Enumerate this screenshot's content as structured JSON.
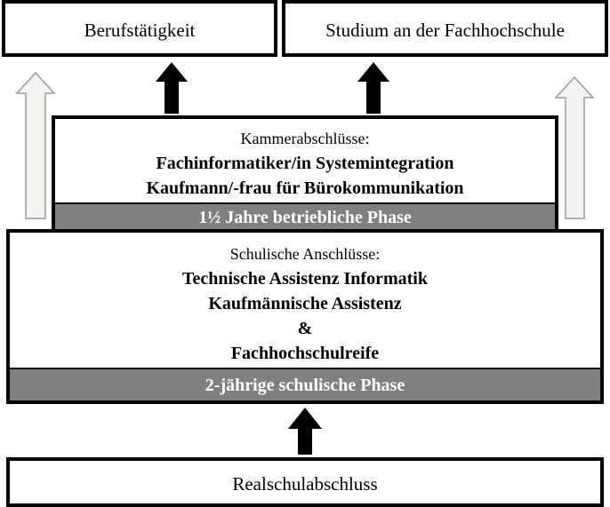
{
  "top": {
    "left_label": "Berufstätigkeit",
    "right_label": "Studium an der Fachhochschule"
  },
  "kammer": {
    "heading": "Kammerabschlüsse:",
    "line1": "Fachinformatiker/in Systemintegration",
    "line2": "Kaufmann/-frau für Bürokommunikation",
    "phase": "1½  Jahre betriebliche Phase"
  },
  "schule": {
    "heading": "Schulische Anschlüsse:",
    "line1": "Technische Assistenz Informatik",
    "line2": "Kaufmännische Assistenz",
    "line3": "&",
    "line4": "Fachhochschulreife",
    "phase": "2-jährige schulische Phase"
  },
  "bottom": {
    "label": "Realschulabschluss"
  },
  "colors": {
    "band": "#808080",
    "arrow_dark": "#000000",
    "arrow_light": "#f2f2ee"
  }
}
